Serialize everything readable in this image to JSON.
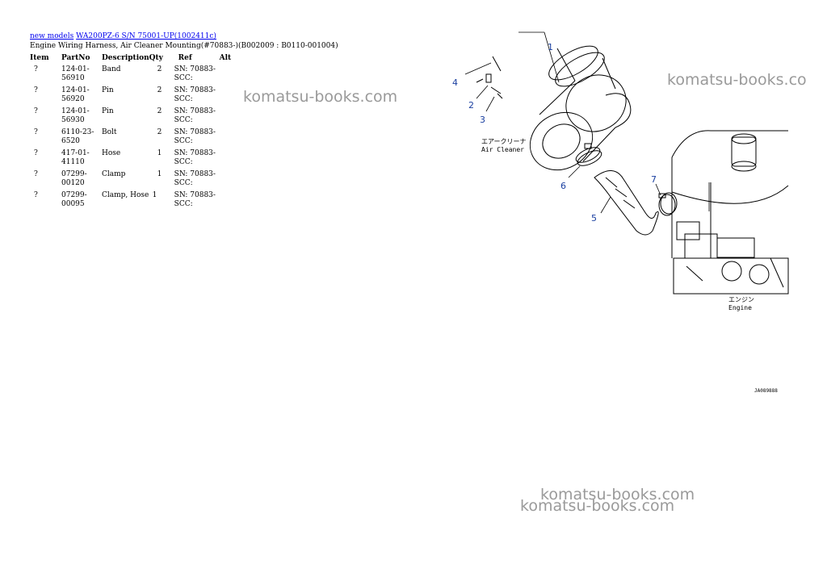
{
  "breadcrumb": {
    "link1": "new models",
    "link2": "WA200PZ-6 S/N 75001-UP(1002411c)"
  },
  "page_title": "Engine Wiring Harness, Air Cleaner Mounting(#70883-)(B002009 : B0110-001004)",
  "table": {
    "headers": [
      "Item",
      "PartNo",
      "Description",
      "Qty",
      "Ref",
      "Alt"
    ],
    "rows": [
      {
        "item": "?",
        "partno": "124-01-56910",
        "description": "Band",
        "qty": "2",
        "ref": "SN: 70883-SCC:",
        "alt": ""
      },
      {
        "item": "?",
        "partno": "124-01-56920",
        "description": "Pin",
        "qty": "2",
        "ref": "SN: 70883-SCC:",
        "alt": ""
      },
      {
        "item": "?",
        "partno": "124-01-56930",
        "description": "Pin",
        "qty": "2",
        "ref": "SN: 70883-SCC:",
        "alt": ""
      },
      {
        "item": "?",
        "partno": "6110-23-6520",
        "description": "Bolt",
        "qty": "2",
        "ref": "SN: 70883-SCC:",
        "alt": ""
      },
      {
        "item": "?",
        "partno": "417-01-41110",
        "description": "Hose",
        "qty": "1",
        "ref": "SN: 70883-SCC:",
        "alt": ""
      },
      {
        "item": "?",
        "partno": "07299-00120",
        "description": "Clamp",
        "qty": "1",
        "ref": "SN: 70883-SCC:",
        "alt": ""
      },
      {
        "item": "?",
        "partno": "07299-00095",
        "description": "Clamp, Hose",
        "qty": "1",
        "ref": "SN: 70883-SCC:",
        "alt": ""
      }
    ]
  },
  "watermark": "komatsu-books.com",
  "watermark_cut": "komatsu-books.co",
  "diagram": {
    "callouts": [
      "1",
      "2",
      "3",
      "4",
      "5",
      "6",
      "7"
    ],
    "air_cleaner_jp": "エアークリーナ",
    "air_cleaner_en": "Air Cleaner",
    "engine_jp": "エンジン",
    "engine_en": "Engine",
    "figure_id": "JA089888"
  },
  "colors": {
    "link": "#0000ee",
    "callout": "#1a3fa0",
    "watermark": "#9a9a9a"
  }
}
